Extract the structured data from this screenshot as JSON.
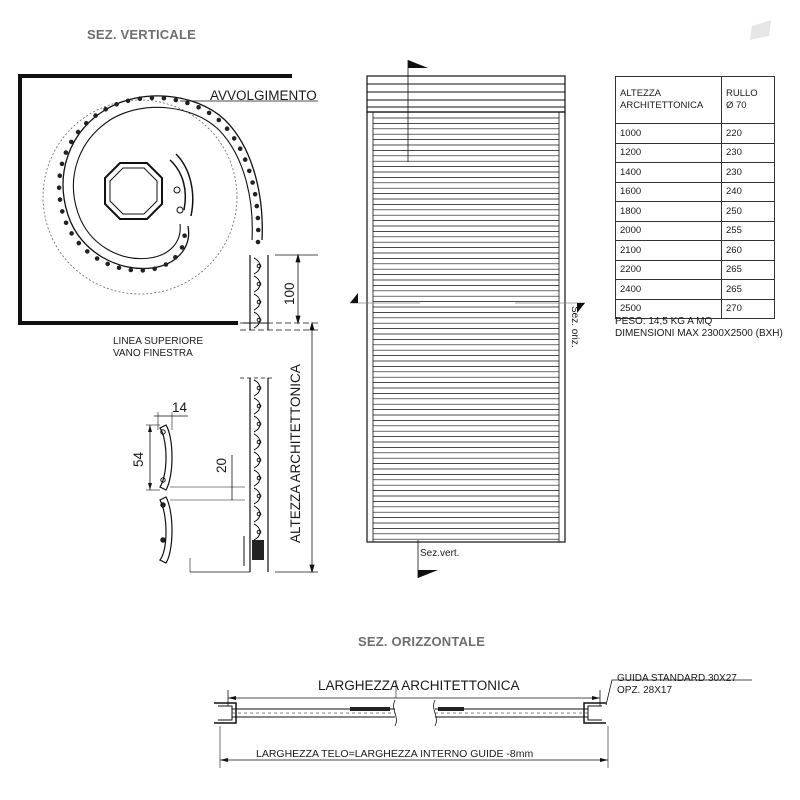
{
  "sections": {
    "vertical_title": "SEZ. VERTICALE",
    "horizontal_title": "SEZ. ORIZZONTALE"
  },
  "labels": {
    "avvolgimento": "AVVOLGIMENTO",
    "linea_superiore_1": "LINEA SUPERIORE",
    "linea_superiore_2": "VANO FINESTRA",
    "altezza_architettonica": "ALTEZZA ARCHITETTONICA",
    "dim_100": "100",
    "dim_14": "14",
    "dim_54": "54",
    "dim_20": "20",
    "sez_vert": "Sez.vert.",
    "sez_oriz": "Sez. oriz.",
    "larghezza_architettonica": "LARGHEZZA ARCHITETTONICA",
    "larghezza_telo": "LARGHEZZA TELO=LARGHEZZA INTERNO GUIDE -8mm",
    "guida_1": "GUIDA STANDARD 30X27",
    "guida_2": "OPZ. 28X17"
  },
  "table": {
    "header": [
      "ALTEZZA ARCHITETTONICA",
      "RULLO Ø 70"
    ],
    "rows": [
      [
        "1000",
        "220"
      ],
      [
        "1200",
        "230"
      ],
      [
        "1400",
        "230"
      ],
      [
        "1600",
        "240"
      ],
      [
        "1800",
        "250"
      ],
      [
        "2000",
        "255"
      ],
      [
        "2100",
        "260"
      ],
      [
        "2200",
        "265"
      ],
      [
        "2400",
        "265"
      ],
      [
        "2500",
        "270"
      ]
    ]
  },
  "notes": {
    "peso": "PESO: 14,5 KG A MQ",
    "dimensioni": "DIMENSIONI MAX 2300X2500 (BXH)"
  }
}
